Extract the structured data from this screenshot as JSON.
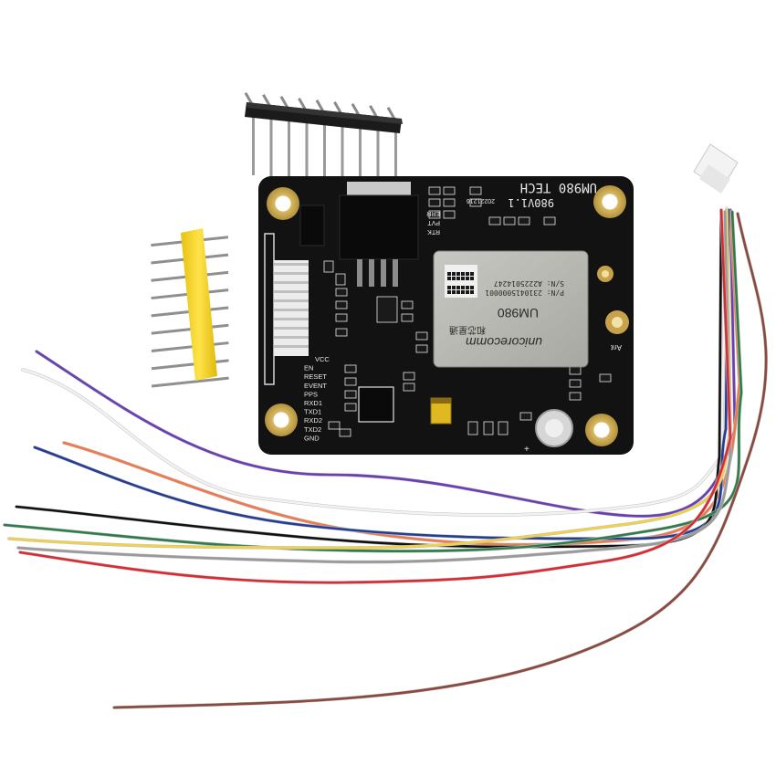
{
  "board": {
    "title": "UM980 TECH",
    "version": "980V1.1",
    "date": "20221216",
    "led_labels": [
      "ERR",
      "PVT",
      "RTK"
    ],
    "pin_labels": [
      "VCC",
      "EN",
      "RESET",
      "EVENT",
      "PPS",
      "RXD1",
      "TXD1",
      "RXD2",
      "TXD2",
      "GND"
    ],
    "antenna_label": "Ant"
  },
  "module": {
    "sn": "S/N: A2225014247",
    "pn": "P/N: 2310415000001",
    "model": "UM980",
    "brand": "unicorecomm",
    "brand_cn": "和芯星通"
  },
  "colors": {
    "background": "#ffffff",
    "pcb": "#121212",
    "shield": "#b9b9b4",
    "header_plastic_black": "#1b1b1b",
    "header_plastic_yellow": "#f2d21a",
    "pin_metal": "#9a9a9a",
    "gold_pad": "#c9a64a"
  },
  "wires": [
    {
      "name": "purple",
      "color": "#6a3fb5"
    },
    {
      "name": "white",
      "color": "#f2f2f2"
    },
    {
      "name": "orange",
      "color": "#ef7a4d"
    },
    {
      "name": "blue",
      "color": "#243e96"
    },
    {
      "name": "black",
      "color": "#111111"
    },
    {
      "name": "green",
      "color": "#2f7d4b"
    },
    {
      "name": "yellow",
      "color": "#f0d24a"
    },
    {
      "name": "gray",
      "color": "#9a9a9a"
    },
    {
      "name": "red",
      "color": "#dc2a32"
    },
    {
      "name": "brown",
      "color": "#8a4a3f"
    }
  ]
}
